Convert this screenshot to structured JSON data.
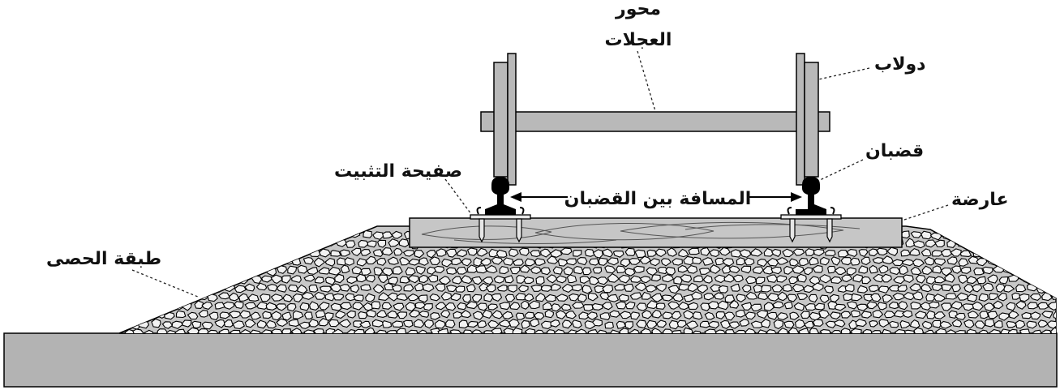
{
  "labels": {
    "axle_line1": "محور",
    "axle_line2": "العجلات",
    "wheel": "دولاب",
    "rail": "قضبان",
    "tie_plate": "صفيحة التثبيت",
    "gauge": "المسافة بين القضبان",
    "sleeper": "عارضة",
    "ballast": "طبقة الحصى"
  },
  "colors": {
    "steel": "#b9b9b9",
    "rail": "#000000",
    "ground": "#b3b3b3",
    "ballast_bg": "#c8c8c8",
    "stone": "#f2f2f2",
    "sleeper": "#c6c6c6"
  }
}
